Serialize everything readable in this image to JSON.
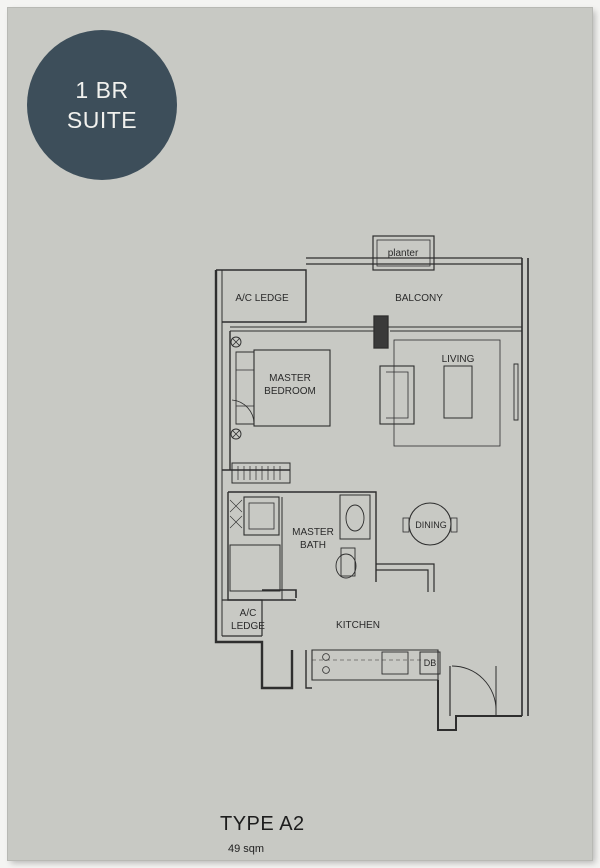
{
  "badge": {
    "line1": "1 BR",
    "line2": "SUITE"
  },
  "rooms": {
    "planter": "planter",
    "ac_ledge_top": "A/C LEDGE",
    "balcony": "BALCONY",
    "living": "LIVING",
    "master_bedroom_1": "MASTER",
    "master_bedroom_2": "BEDROOM",
    "master_bath_1": "MASTER",
    "master_bath_2": "BATH",
    "dining": "DINING",
    "ac_ledge_bottom_1": "A/C",
    "ac_ledge_bottom_2": "LEDGE",
    "kitchen": "KITCHEN",
    "db": "DB"
  },
  "unit": {
    "type": "TYPE A2",
    "area": "49 sqm"
  },
  "colors": {
    "paper": "#c8c9c4",
    "badge": "#3d4e5a",
    "line": "#2e2e2e"
  }
}
